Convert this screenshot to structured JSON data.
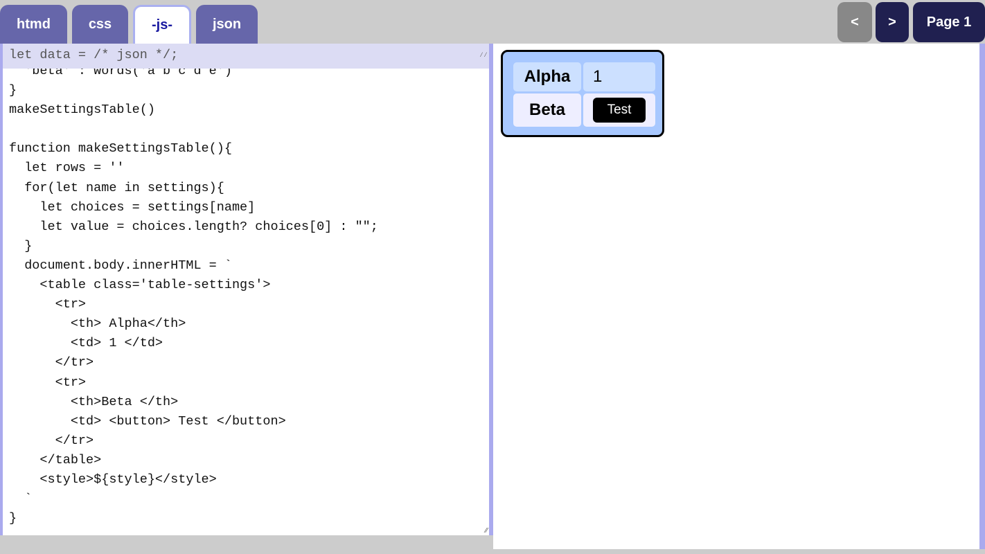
{
  "tabs": [
    {
      "label": "htmd"
    },
    {
      "label": "css"
    },
    {
      "label": "-js-",
      "active": true
    },
    {
      "label": "json"
    }
  ],
  "nav": {
    "prev": "<",
    "next": ">",
    "page": "Page 1"
  },
  "editor": {
    "header": "let data = /* json */;",
    "code": "  'beta' : words('a b c d e')\n}\nmakeSettingsTable()\n\nfunction makeSettingsTable(){\n  let rows = ''\n  for(let name in settings){\n    let choices = settings[name]\n    let value = choices.length? choices[0] : \"\";\n  }\n  document.body.innerHTML = `\n    <table class='table-settings'>\n      <tr>\n        <th> Alpha</th>\n        <td> 1 </td>\n      </tr>\n      <tr>\n        <th>Beta </th>\n        <td> <button> Test </button>\n      </tr>\n    </table>\n    <style>${style}</style>\n  `\n}"
  },
  "preview": {
    "rows": [
      {
        "label": "Alpha",
        "value": "1"
      },
      {
        "label": "Beta",
        "button": "Test"
      }
    ]
  },
  "colors": {
    "tab": "#6666aa",
    "active_tab_text": "#1a1aa0",
    "nav": "#202050",
    "card": "#a8c8ff"
  }
}
